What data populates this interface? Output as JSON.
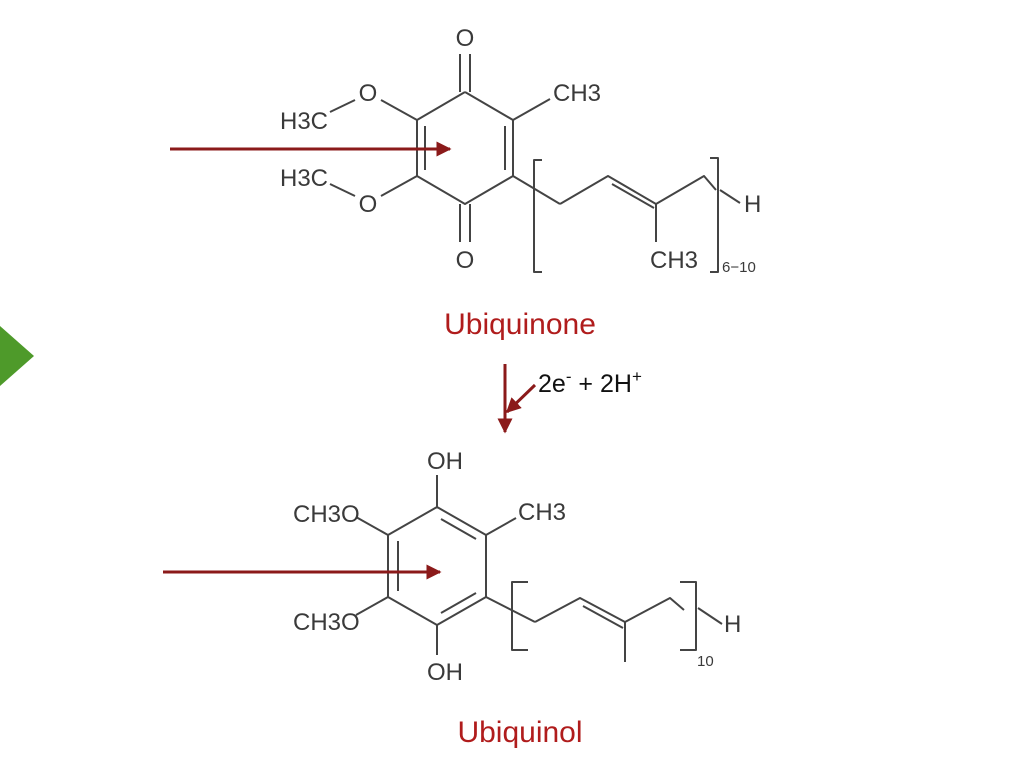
{
  "colors": {
    "arrow": "#8b1a1a",
    "label": "#b01c1c",
    "bond": "#444444",
    "nav_marker": "#4e9a2a"
  },
  "icons": {
    "nav_marker": "triangle-play-icon"
  },
  "ubiquinone": {
    "name": "Ubiquinone",
    "atoms": {
      "o_top": "O",
      "o_bottom": "O",
      "methoxy1_o": "O",
      "methoxy1_c": "H3C",
      "methoxy2_o": "O",
      "methoxy2_c": "H3C",
      "methyl": "CH3",
      "sidechain_methyl": "CH3",
      "terminal_h": "H",
      "repeat_count": "6−10"
    }
  },
  "ubiquinol": {
    "name": "Ubiquinol",
    "atoms": {
      "oh_top": "OH",
      "oh_bottom": "OH",
      "methoxy1": "CH3O",
      "methoxy2": "CH3O",
      "methyl": "CH3",
      "terminal_h": "H",
      "repeat_count": "10"
    }
  },
  "reaction": {
    "electrons": "2e",
    "electron_charge": "-",
    "plus": " + ",
    "protons": "2H",
    "proton_charge": "+"
  }
}
